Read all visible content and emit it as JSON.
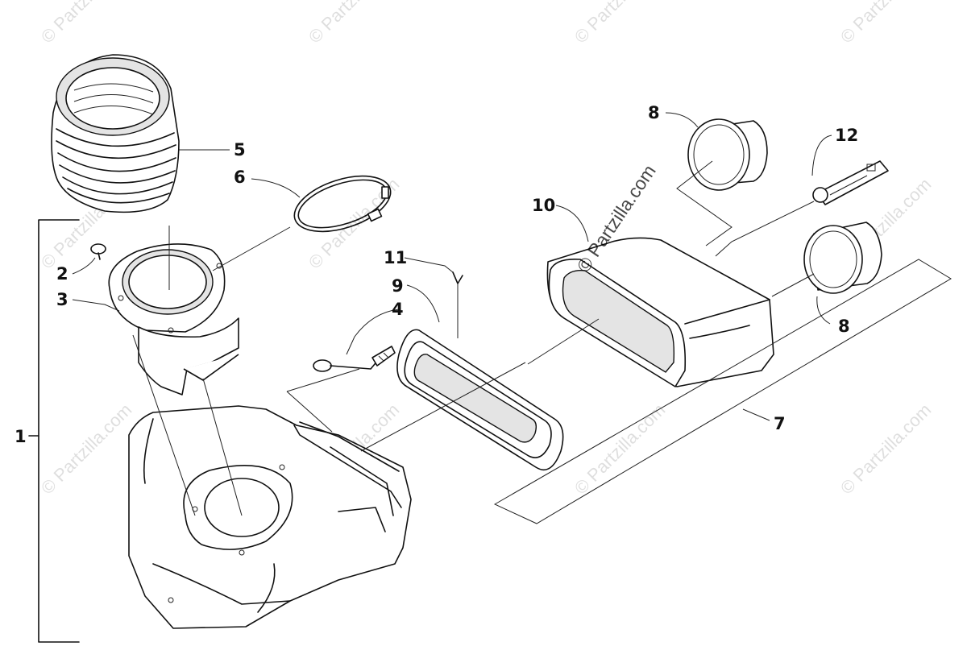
{
  "diagram": {
    "callouts": [
      {
        "id": "1",
        "label": "1"
      },
      {
        "id": "2",
        "label": "2"
      },
      {
        "id": "3",
        "label": "3"
      },
      {
        "id": "4",
        "label": "4"
      },
      {
        "id": "5",
        "label": "5"
      },
      {
        "id": "6",
        "label": "6"
      },
      {
        "id": "7",
        "label": "7"
      },
      {
        "id": "8a",
        "label": "8"
      },
      {
        "id": "8b",
        "label": "8"
      },
      {
        "id": "9",
        "label": "9"
      },
      {
        "id": "10",
        "label": "10"
      },
      {
        "id": "11",
        "label": "11"
      },
      {
        "id": "12",
        "label": "12"
      }
    ],
    "watermark": {
      "small": "© Partzilla.com",
      "main": "© Partzilla.com"
    }
  }
}
